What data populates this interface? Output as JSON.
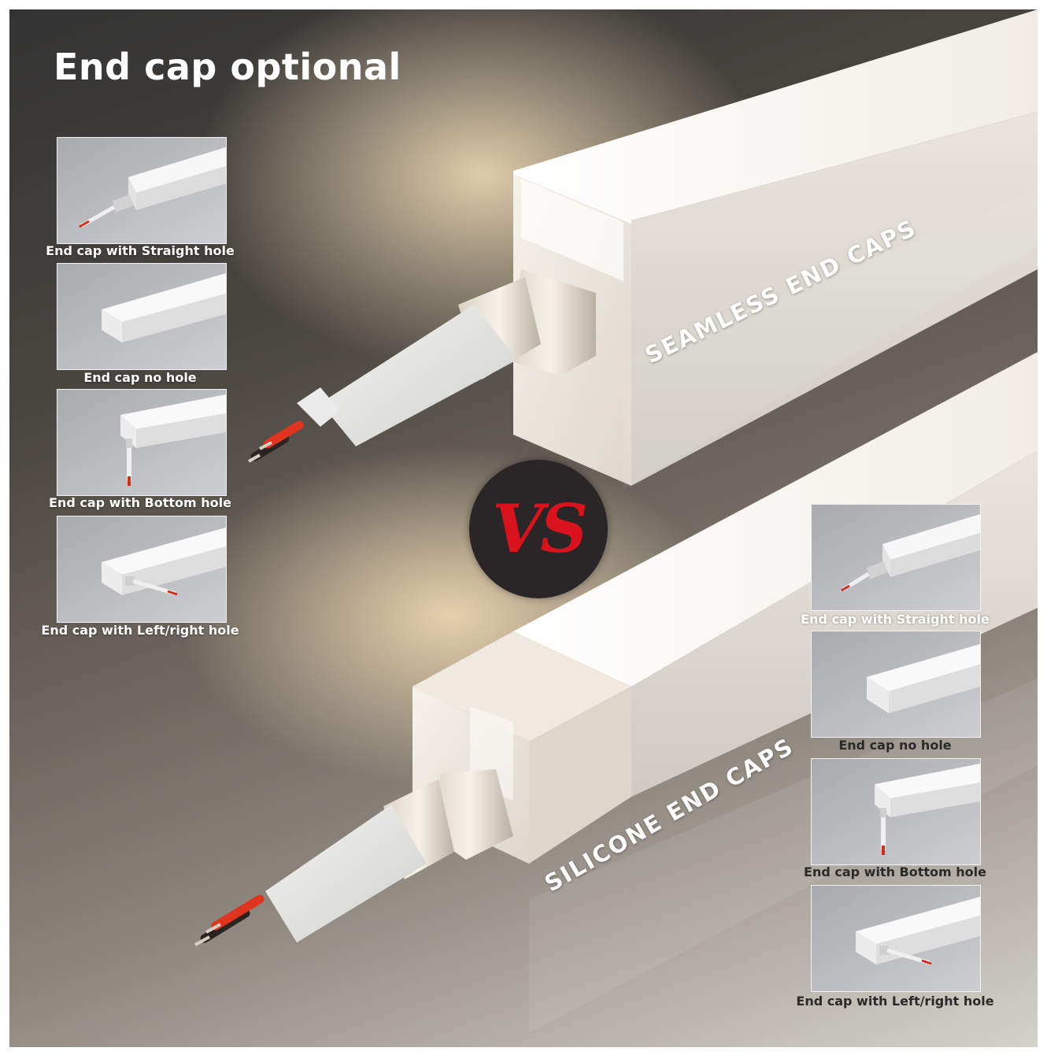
{
  "title": "End cap optional",
  "left_panel": {
    "items": [
      {
        "label": "End cap with Straight hole",
        "icon": "end-cap-straight-hole-icon"
      },
      {
        "label": "End cap no hole",
        "icon": "end-cap-no-hole-icon"
      },
      {
        "label": "End cap with Bottom hole",
        "icon": "end-cap-bottom-hole-icon"
      },
      {
        "label": "End cap with Left/right hole",
        "icon": "end-cap-side-hole-icon"
      }
    ]
  },
  "right_panel": {
    "items": [
      {
        "label": "End cap with Straight hole",
        "icon": "end-cap-straight-hole-icon"
      },
      {
        "label": "End cap no hole",
        "icon": "end-cap-no-hole-icon"
      },
      {
        "label": "End cap with Bottom hole",
        "icon": "end-cap-bottom-hole-icon"
      },
      {
        "label": "End cap with Left/right hole",
        "icon": "end-cap-side-hole-icon"
      }
    ]
  },
  "labels": {
    "seamless": "SEAMLESS END CAPS",
    "silicone": "SILICONE END CAPS",
    "vs": "VS"
  },
  "colors": {
    "vs_red": "#d9121d",
    "wire_red": "#e0341f",
    "strip_white": "#f4f1ec"
  }
}
